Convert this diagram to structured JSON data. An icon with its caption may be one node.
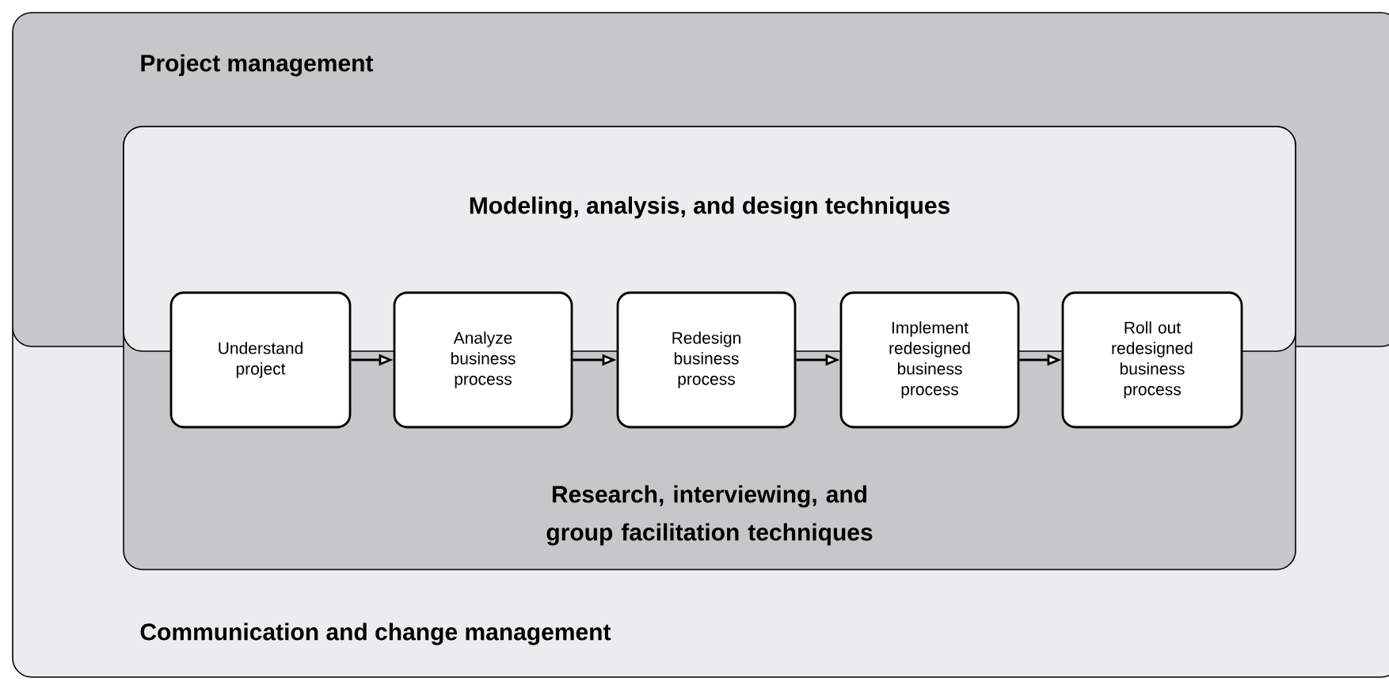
{
  "diagram": {
    "nodes": [
      {
        "text": [
          "Communication and change management"
        ]
      },
      {
        "text": [
          "Project management"
        ],
        "in": 0
      },
      {
        "text": [
          "Research, interviewing,  and group facilitation techniques"
        ],
        "in": 0
      },
      {
        "text": [
          "Modeling, analysis, and design techniques"
        ]
      },
      {
        "text": [
          "Understand project"
        ],
        "in": 2
      },
      {
        "text": [
          "Analyze business process"
        ],
        "in": 2
      },
      {
        "text": [
          "Redesign business process"
        ],
        "in": 2
      },
      {
        "text": [
          "Implement redesigned business process"
        ],
        "in": 2
      },
      {
        "text": [
          "Roll out redesigned business process"
        ],
        "in": 2
      }
    ],
    "edges": [
      {
        "from": 4,
        "to": 5,
        "arrow": "to"
      },
      {
        "from": 5,
        "to": 6,
        "arrow": "to"
      },
      {
        "from": 6,
        "to": 7,
        "arrow": "to"
      },
      {
        "from": 7,
        "to": 8,
        "arrow": "to"
      }
    ]
  }
}
